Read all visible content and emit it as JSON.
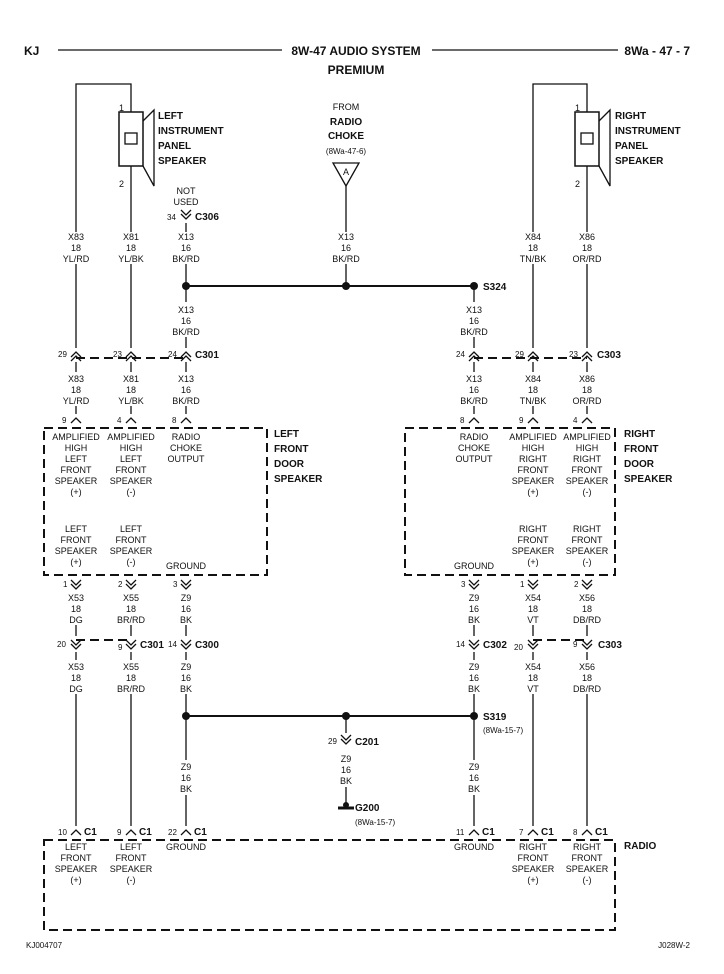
{
  "header": {
    "left": "KJ",
    "title": "8W-47 AUDIO SYSTEM",
    "title2": "PREMIUM",
    "right": "8Wa - 47 - 7"
  },
  "footer": {
    "left": "KJ004707",
    "right": "J028W-2"
  },
  "speakers": {
    "left_ip": {
      "l1": "LEFT",
      "l2": "INSTRUMENT",
      "l3": "PANEL",
      "l4": "SPEAKER",
      "pin1": "1",
      "pin2": "2"
    },
    "right_ip": {
      "l1": "RIGHT",
      "l2": "INSTRUMENT",
      "l3": "PANEL",
      "l4": "SPEAKER",
      "pin1": "1",
      "pin2": "2"
    }
  },
  "choke": {
    "from": "FROM",
    "l1": "RADIO",
    "l2": "CHOKE",
    "ref": "(8Wa-47-6)",
    "letter": "A"
  },
  "not_used": {
    "l1": "NOT",
    "l2": "USED",
    "pin": "34",
    "conn": "C306"
  },
  "wires": {
    "x83": [
      "X83",
      "18",
      "YL/RD"
    ],
    "x81": [
      "X81",
      "18",
      "YL/BK"
    ],
    "x13": [
      "X13",
      "16",
      "BK/RD"
    ],
    "x84": [
      "X84",
      "18",
      "TN/BK"
    ],
    "x86": [
      "X86",
      "18",
      "OR/RD"
    ],
    "x53": [
      "X53",
      "18",
      "DG"
    ],
    "x55": [
      "X55",
      "18",
      "BR/RD"
    ],
    "z9": [
      "Z9",
      "16",
      "BK"
    ],
    "x54": [
      "X54",
      "18",
      "VT"
    ],
    "x56": [
      "X56",
      "18",
      "DB/RD"
    ]
  },
  "splices": {
    "s324": "S324",
    "s319": "S319",
    "s319_ref": "(8Wa-15-7)"
  },
  "connectors": {
    "c301": "C301",
    "c303": "C303",
    "c300": "C300",
    "c302": "C302",
    "c201": "C201",
    "c1": "C1",
    "p29": "29",
    "p23": "23",
    "p24": "24",
    "p20": "20",
    "p9": "9",
    "p14": "14",
    "p8": "8",
    "p4": "4",
    "p1": "1",
    "p2": "2",
    "p3": "3",
    "p10": "10",
    "p22": "22",
    "p11": "11",
    "p7": "7"
  },
  "ground": {
    "name": "G200",
    "ref": "(8Wa-15-7)"
  },
  "left_door": {
    "name1": "LEFT",
    "name2": "FRONT",
    "name3": "DOOR",
    "name4": "SPEAKER",
    "col1": [
      "AMPLIFIED",
      "HIGH",
      "LEFT",
      "FRONT",
      "SPEAKER",
      "(+)"
    ],
    "col2": [
      "AMPLIFIED",
      "HIGH",
      "LEFT",
      "FRONT",
      "SPEAKER",
      "(-)"
    ],
    "col3": [
      "RADIO",
      "CHOKE",
      "OUTPUT"
    ],
    "low1": [
      "LEFT",
      "FRONT",
      "SPEAKER",
      "(+)"
    ],
    "low2": [
      "LEFT",
      "FRONT",
      "SPEAKER",
      "(-)"
    ],
    "ground": "GROUND"
  },
  "right_door": {
    "name1": "RIGHT",
    "name2": "FRONT",
    "name3": "DOOR",
    "name4": "SPEAKER",
    "col1": [
      "RADIO",
      "CHOKE",
      "OUTPUT"
    ],
    "col2": [
      "AMPLIFIED",
      "HIGH",
      "RIGHT",
      "FRONT",
      "SPEAKER",
      "(+)"
    ],
    "col3": [
      "AMPLIFIED",
      "HIGH",
      "RIGHT",
      "FRONT",
      "SPEAKER",
      "(-)"
    ],
    "low2": [
      "RIGHT",
      "FRONT",
      "SPEAKER",
      "(+)"
    ],
    "low3": [
      "RIGHT",
      "FRONT",
      "SPEAKER",
      "(-)"
    ],
    "ground": "GROUND"
  },
  "radio": {
    "name": "RADIO",
    "c1": [
      "LEFT",
      "FRONT",
      "SPEAKER",
      "(+)"
    ],
    "c2": [
      "LEFT",
      "FRONT",
      "SPEAKER",
      "(-)"
    ],
    "c3": "GROUND",
    "c4": "GROUND",
    "c5": [
      "RIGHT",
      "FRONT",
      "SPEAKER",
      "(+)"
    ],
    "c6": [
      "RIGHT",
      "FRONT",
      "SPEAKER",
      "(-)"
    ]
  }
}
